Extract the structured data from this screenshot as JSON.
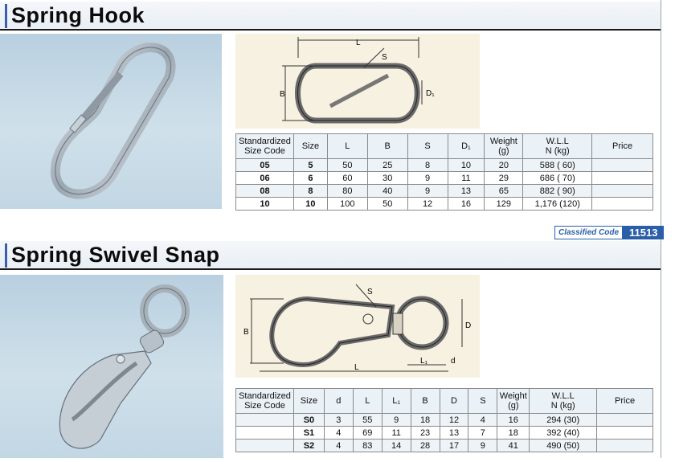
{
  "sections": [
    {
      "title": "Spring Hook",
      "drawing_labels": [
        "L",
        "B",
        "S",
        "D₁"
      ],
      "table": {
        "headers": [
          "Standardized\nSize Code",
          "Size",
          "L",
          "B",
          "S",
          "D₁",
          "Weight\n(g)",
          "W.L.L\nN (kg)",
          "Price"
        ],
        "rows": [
          [
            "05",
            "5",
            "50",
            "25",
            "8",
            "10",
            "20",
            "588 ( 60)",
            ""
          ],
          [
            "06",
            "6",
            "60",
            "30",
            "9",
            "11",
            "29",
            "686 ( 70)",
            ""
          ],
          [
            "08",
            "8",
            "80",
            "40",
            "9",
            "13",
            "65",
            "882 ( 90)",
            ""
          ],
          [
            "10",
            "10",
            "100",
            "50",
            "12",
            "16",
            "129",
            "1,176 (120)",
            ""
          ]
        ]
      }
    },
    {
      "title": "Spring Swivel Snap",
      "classified_label": "Classified Code",
      "classified_code": "11513",
      "drawing_labels": [
        "S",
        "B",
        "D",
        "L₁",
        "d",
        "L"
      ],
      "table": {
        "headers": [
          "Standardized\nSize Code",
          "Size",
          "d",
          "L",
          "L₁",
          "B",
          "D",
          "S",
          "Weight\n(g)",
          "W.L.L\nN (kg)",
          "Price"
        ],
        "rows": [
          [
            "",
            "S0",
            "3",
            "55",
            "9",
            "18",
            "12",
            "4",
            "16",
            "294 (30)",
            ""
          ],
          [
            "",
            "S1",
            "4",
            "69",
            "11",
            "23",
            "13",
            "7",
            "18",
            "392 (40)",
            ""
          ],
          [
            "",
            "S2",
            "4",
            "83",
            "14",
            "28",
            "17",
            "9",
            "41",
            "490 (50)",
            ""
          ]
        ]
      }
    }
  ]
}
